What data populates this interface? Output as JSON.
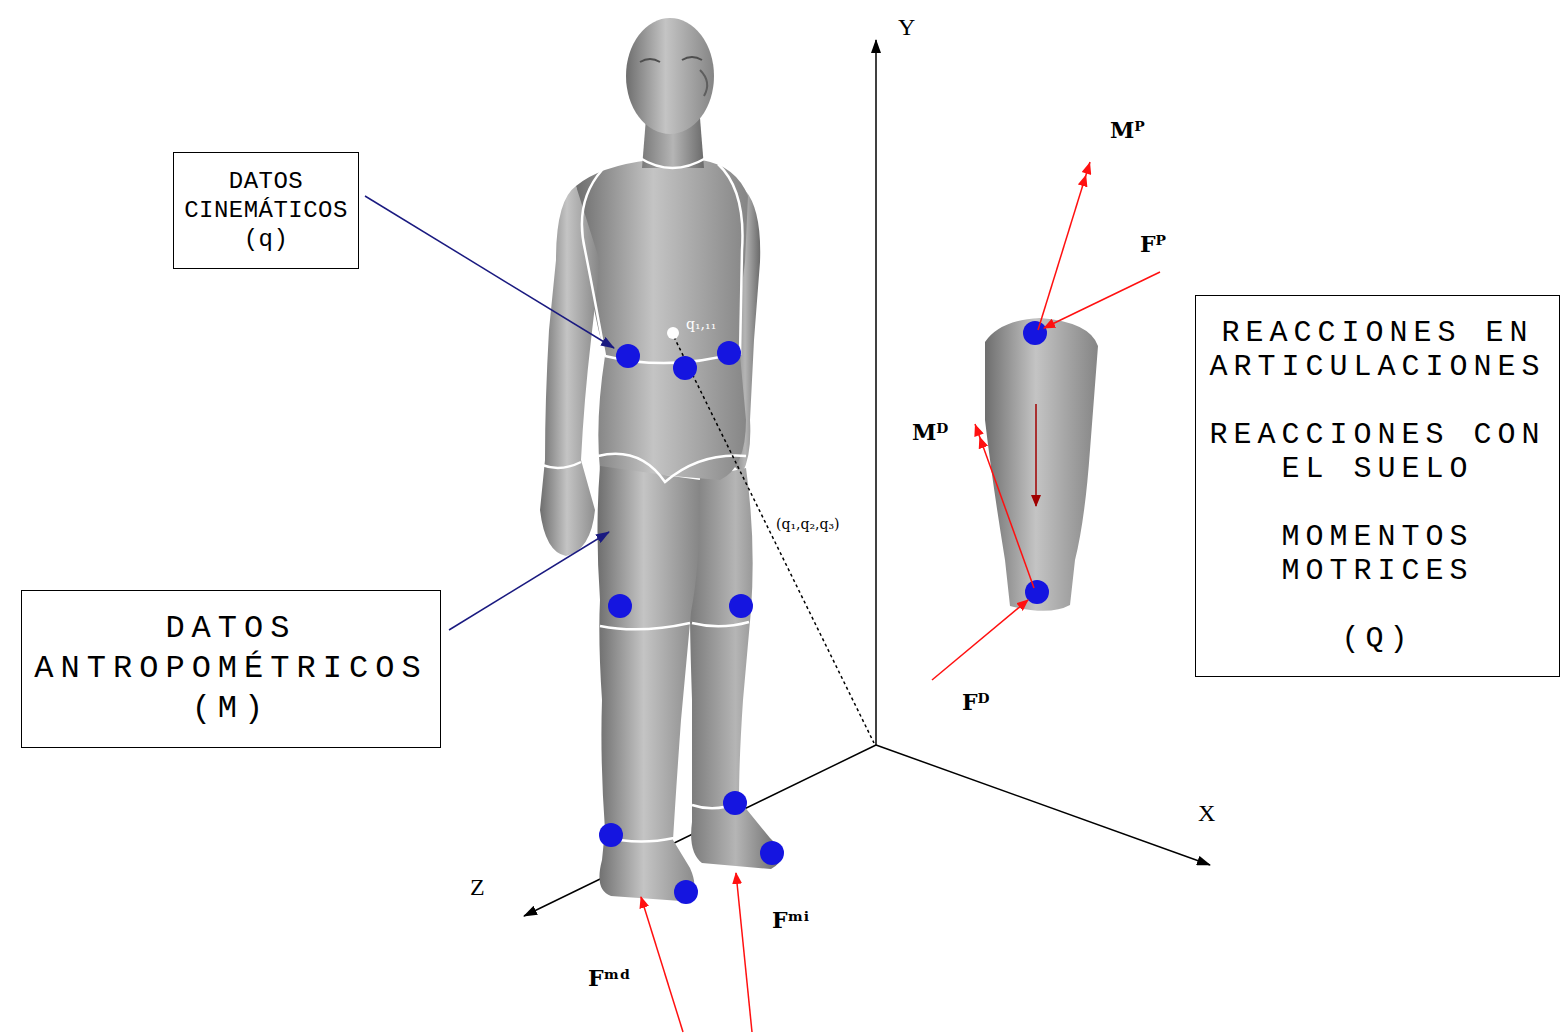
{
  "diagram": {
    "nodes": [
      {
        "text": [
          "DATOS CINEMÁTICOS (q)"
        ]
      },
      {
        "text": [
          "DATOS ANTROPOMÉTRICOS (M)"
        ]
      },
      {
        "text": [
          "REACCIONES EN ARTICULACIONES",
          "REACCIONES CON EL SUELO",
          "MOMENTOS MOTRICES",
          "(Q)"
        ]
      }
    ],
    "labels": [
      "q₁,₁₁",
      "(q₁,q₂,q₃)",
      "Y",
      "X",
      "Z",
      "Mᴾ",
      "Fᴾ",
      "Mᴰ",
      "Fᴰ",
      "Fᵐᵈ",
      "Fᵐⁱ"
    ]
  }
}
